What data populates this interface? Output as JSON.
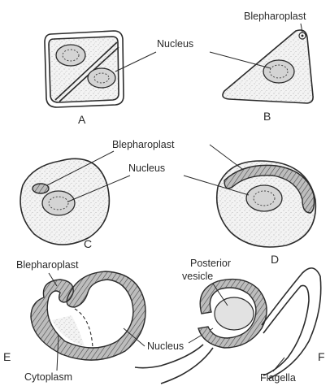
{
  "labels": {
    "blepharoplast": "Blepharoplast",
    "nucleus": "Nucleus",
    "posterior_vesicle_line1": "Posterior",
    "posterior_vesicle_line2": "vesicle",
    "cytoplasm": "Cytoplasm",
    "flagella": "Flagella"
  },
  "panels": {
    "a": "A",
    "b": "B",
    "c": "C",
    "d": "D",
    "e": "E",
    "f": "F"
  }
}
